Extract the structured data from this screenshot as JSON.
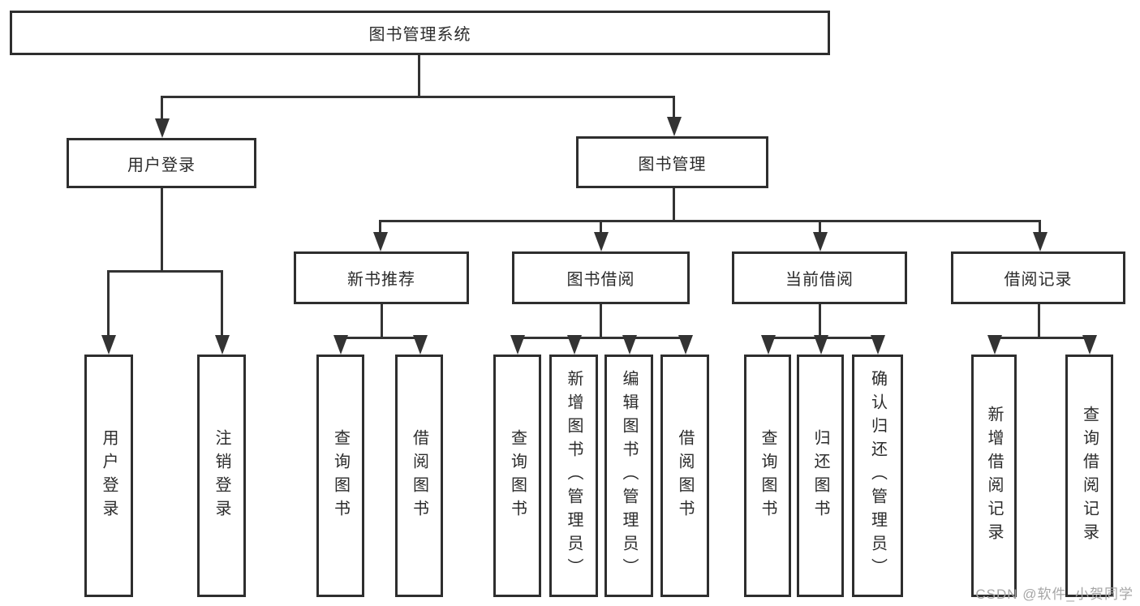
{
  "diagram": {
    "root": {
      "label": "图书管理系统"
    },
    "user_login": {
      "label": "用户登录",
      "children": [
        {
          "label": "用户登录"
        },
        {
          "label": "注销登录"
        }
      ]
    },
    "book_mgmt": {
      "label": "图书管理",
      "children": [
        {
          "label": "新书推荐",
          "children": [
            {
              "label": "查询图书"
            },
            {
              "label": "借阅图书"
            }
          ]
        },
        {
          "label": "图书借阅",
          "children": [
            {
              "label": "查询图书"
            },
            {
              "label": "新增图书（管理员）"
            },
            {
              "label": "编辑图书（管理员）"
            },
            {
              "label": "借阅图书"
            }
          ]
        },
        {
          "label": "当前借阅",
          "children": [
            {
              "label": "查询图书"
            },
            {
              "label": "归还图书"
            },
            {
              "label": "确认归还（管理员）"
            }
          ]
        },
        {
          "label": "借阅记录",
          "children": [
            {
              "label": "新增借阅记录"
            },
            {
              "label": "查询借阅记录"
            }
          ]
        }
      ]
    }
  },
  "watermark": {
    "text": "CSDN @软件_小贺同学"
  },
  "colors": {
    "line": "#333333",
    "box_border": "#2e2e2e",
    "text": "#2b2b2b",
    "watermark": "#a6a6a6",
    "background": "#ffffff"
  }
}
